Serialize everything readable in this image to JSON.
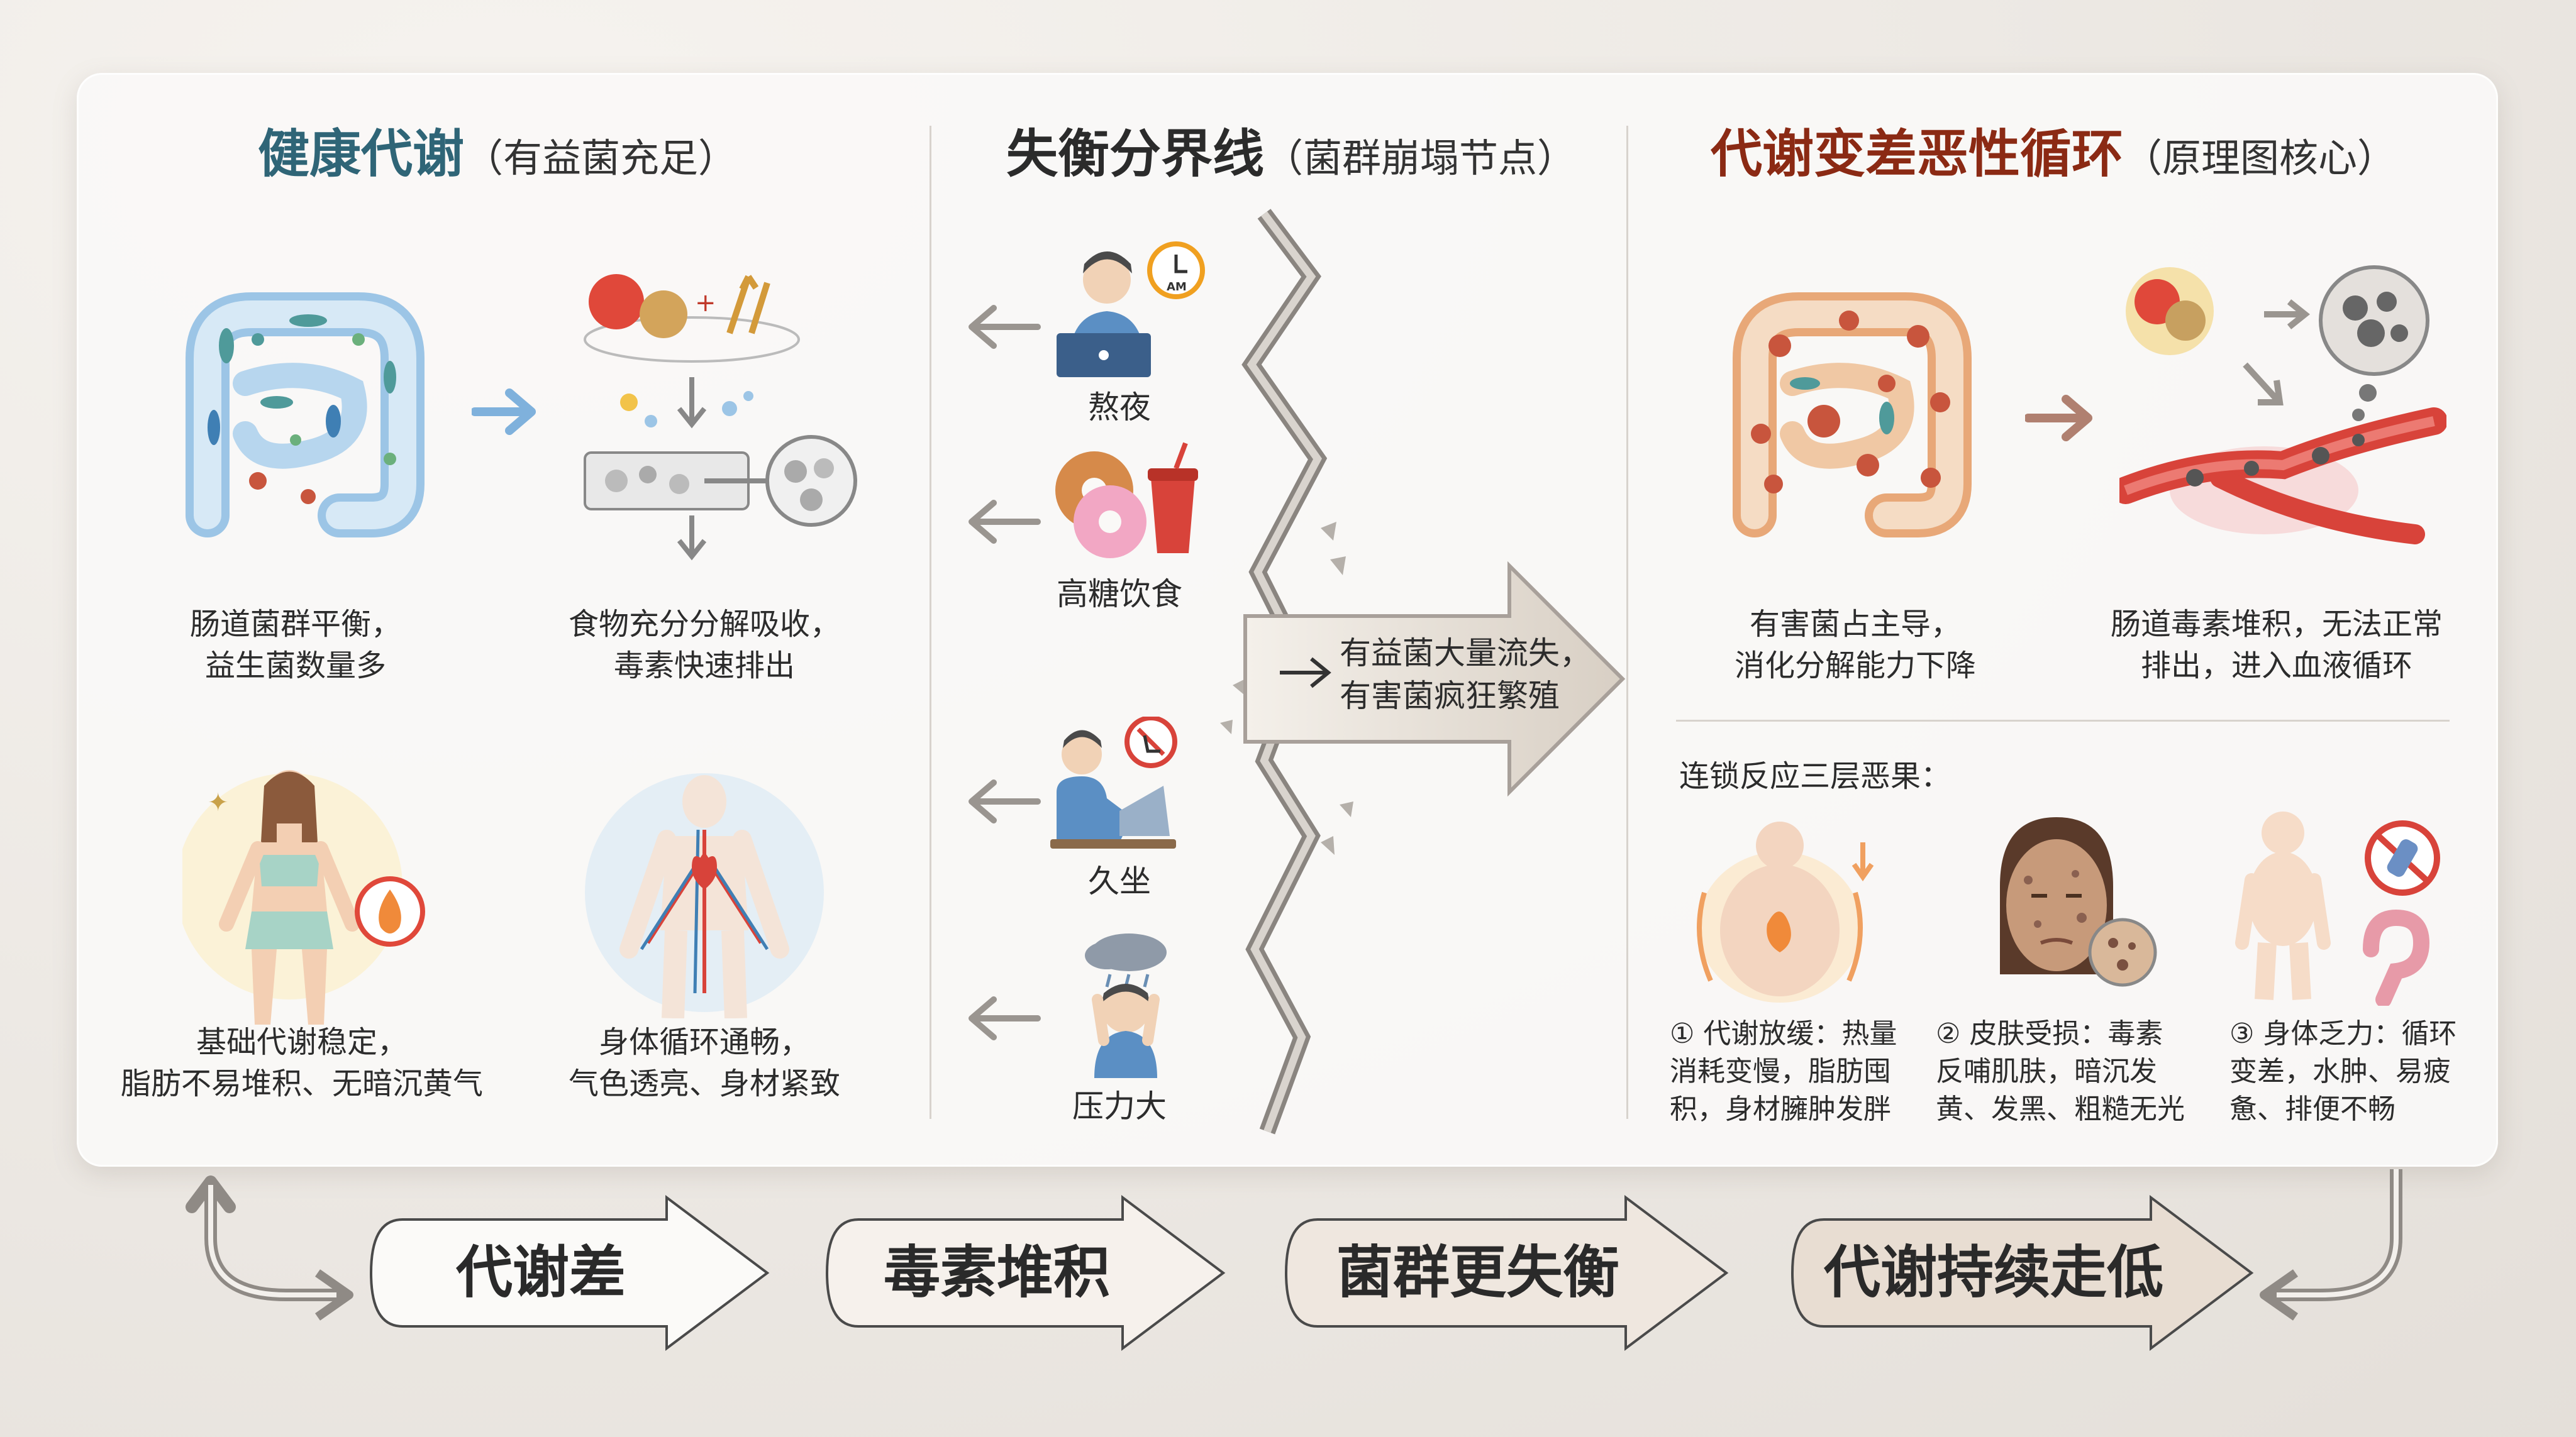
{
  "sections": {
    "healthy": {
      "title": "健康代谢",
      "subtitle": "（有益菌充足）",
      "items": [
        {
          "line1": "肠道菌群平衡，",
          "line2": "益生菌数量多"
        },
        {
          "line1": "食物充分分解吸收，",
          "line2": "毒素快速排出"
        },
        {
          "line1": "基础代谢稳定，",
          "line2": "脂肪不易堆积、无暗沉黄气"
        },
        {
          "line1": "身体循环通畅，",
          "line2": "气色透亮、身材紧致"
        }
      ]
    },
    "boundary": {
      "title": "失衡分界线",
      "subtitle": "（菌群崩塌节点）",
      "triggers": [
        "熬夜",
        "高糖饮食",
        "久坐",
        "压力大"
      ],
      "am_label": "AM",
      "result_line1": "有益菌大量流失，",
      "result_line2": "有害菌疯狂繁殖"
    },
    "vicious": {
      "title": "代谢变差恶性循环",
      "subtitle": "（原理图核心）",
      "items": [
        {
          "line1": "有害菌占主导，",
          "line2": "消化分解能力下降"
        },
        {
          "line1": "肠道毒素堆积，无法正常",
          "line2": "排出，进入血液循环"
        }
      ],
      "chain_title": "连锁反应三层恶果：",
      "consequences": [
        {
          "l1": "① 代谢放缓：热量",
          "l2": "消耗变慢，脂肪囤",
          "l3": "积，身材臃肿发胖"
        },
        {
          "l1": "② 皮肤受损：毒素",
          "l2": "反哺肌肤，暗沉发",
          "l3": "黄、发黑、粗糙无光"
        },
        {
          "l1": "③ 身体乏力：循环",
          "l2": "变差，水肿、易疲",
          "l3": "惫、排便不畅"
        }
      ]
    }
  },
  "cycle": [
    "代谢差",
    "毒素堆积",
    "菌群更失衡",
    "代谢持续走低"
  ],
  "colors": {
    "healthy_title": "#2f6577",
    "boundary_title": "#2b2b2b",
    "vicious_title": "#8b2a14",
    "healthy_gut": "#7fb1dc",
    "bad_gut": "#e0a070",
    "bacteria_bad": "#c8553d"
  }
}
